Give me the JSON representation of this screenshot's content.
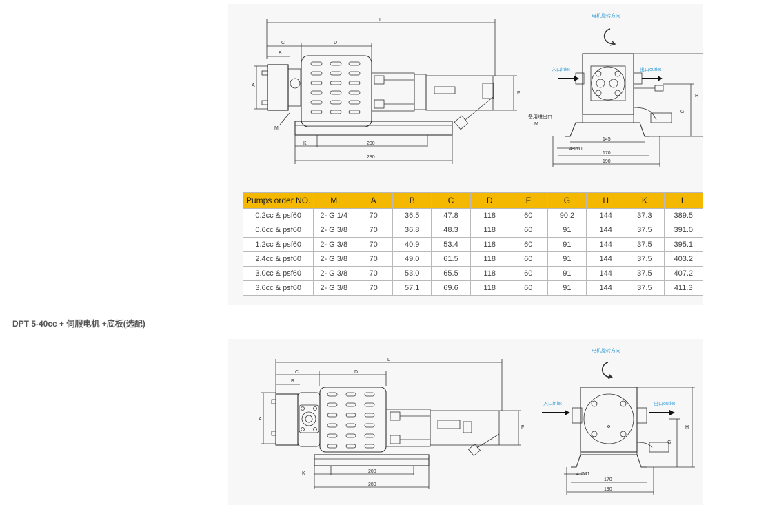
{
  "top_drawing": {
    "dims": {
      "L": "L",
      "C": "C",
      "B": "B",
      "D": "D",
      "A": "A",
      "F": "F",
      "M": "M",
      "K": "K",
      "d200": "200",
      "d280": "280",
      "G": "G",
      "H": "H",
      "d145": "145",
      "d4011": "4-∅11",
      "d170": "170",
      "d190": "190"
    },
    "rotation_label": "电机旋转方向",
    "inlet_label": "入口inlet",
    "outlet_label": "出口outlet",
    "spare_inlet_label": "备用进出口",
    "spare_m_label": "M"
  },
  "table": {
    "headers": [
      "Pumps order NO.",
      "M",
      "A",
      "B",
      "C",
      "D",
      "F",
      "G",
      "H",
      "K",
      "L"
    ],
    "rows": [
      [
        "0.2cc & psf60",
        "2- G 1/4",
        "70",
        "36.5",
        "47.8",
        "118",
        "60",
        "90.2",
        "144",
        "37.3",
        "389.5"
      ],
      [
        "0.6cc & psf60",
        "2- G 3/8",
        "70",
        "36.8",
        "48.3",
        "118",
        "60",
        "91",
        "144",
        "37.5",
        "391.0"
      ],
      [
        "1.2cc & psf60",
        "2- G 3/8",
        "70",
        "40.9",
        "53.4",
        "118",
        "60",
        "91",
        "144",
        "37.5",
        "395.1"
      ],
      [
        "2.4cc & psf60",
        "2- G 3/8",
        "70",
        "49.0",
        "61.5",
        "118",
        "60",
        "91",
        "144",
        "37.5",
        "403.2"
      ],
      [
        "3.0cc & psf60",
        "2- G 3/8",
        "70",
        "53.0",
        "65.5",
        "118",
        "60",
        "91",
        "144",
        "37.5",
        "407.2"
      ],
      [
        "3.6cc & psf60",
        "2- G 3/8",
        "70",
        "57.1",
        "69.6",
        "118",
        "60",
        "91",
        "144",
        "37.5",
        "411.3"
      ]
    ]
  },
  "section_heading": "DPT 5-40cc + 伺服电机 +底板(选配)",
  "bottom_drawing": {
    "dims": {
      "L": "L",
      "C": "C",
      "B": "B",
      "D": "D",
      "A": "A",
      "F": "F",
      "K": "K",
      "d200": "200",
      "d280": "280",
      "G": "G",
      "H": "H",
      "d4011": "4-∅11",
      "d170": "170",
      "d190": "190"
    },
    "rotation_label": "电机旋转方向",
    "inlet_label": "入口inlet",
    "outlet_label": "出口outlet"
  },
  "colors": {
    "header_bg": "#f5b800",
    "label_blue": "#3aa0d8",
    "line": "#333333"
  }
}
